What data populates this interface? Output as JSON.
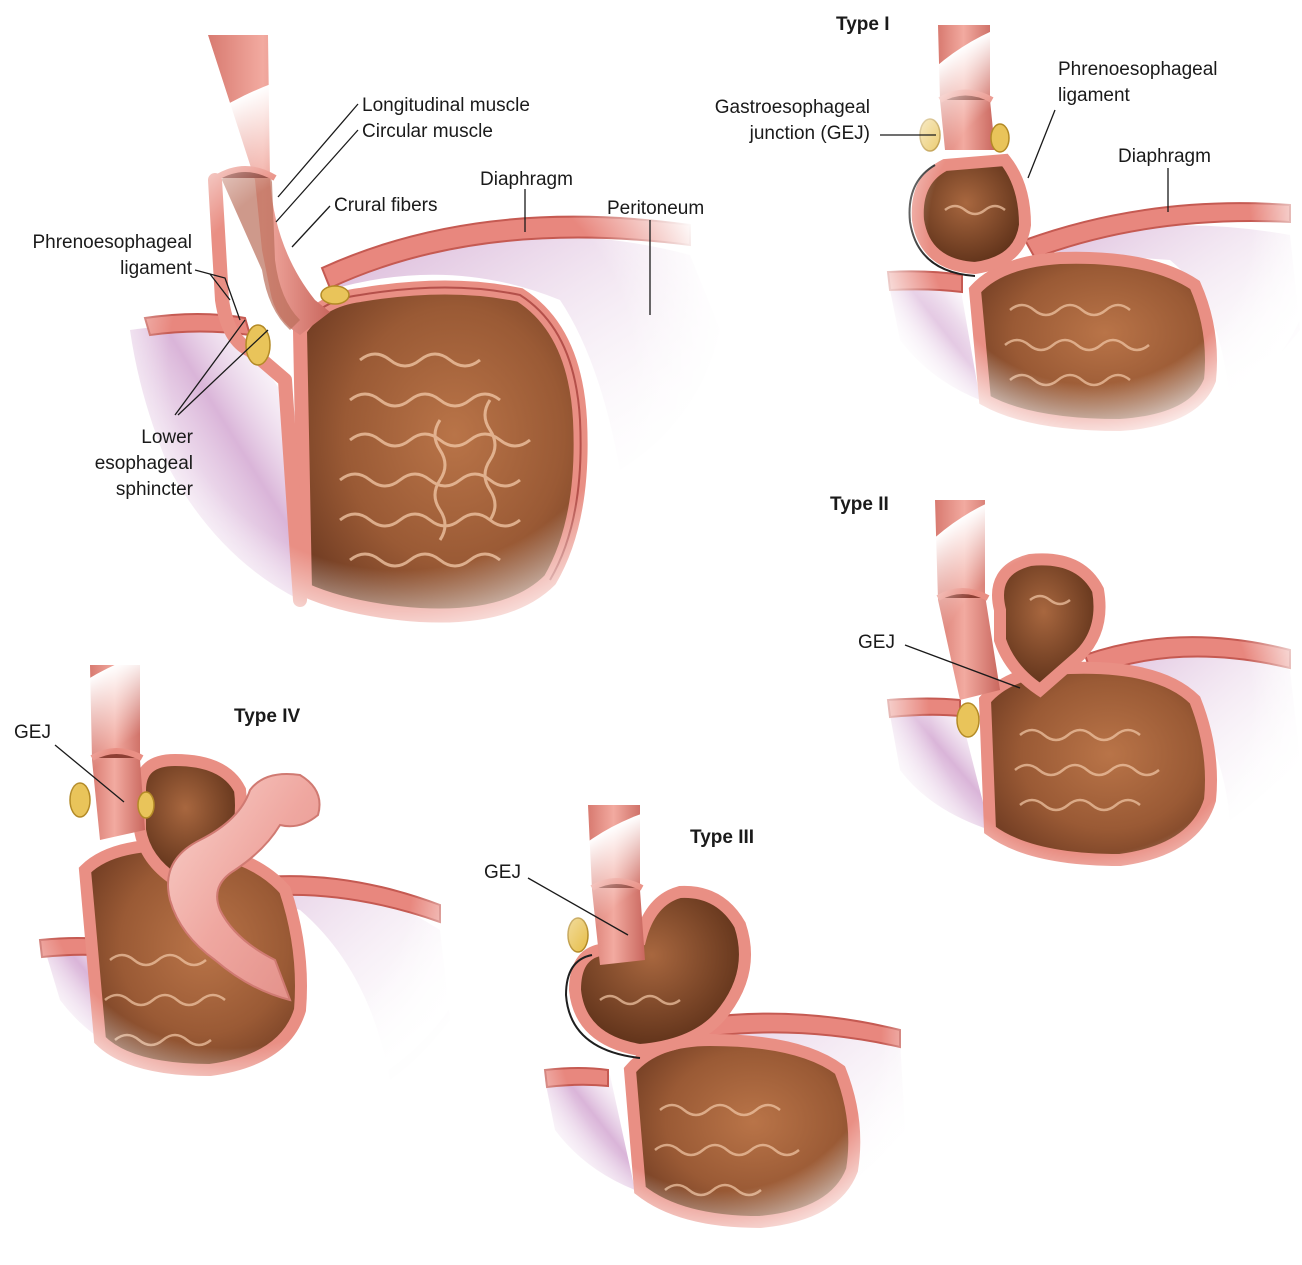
{
  "colors": {
    "diaphragm_fill": "#e8877e",
    "diaphragm_edge": "#c55a52",
    "peritoneum": "#b77ab8",
    "stomach_wall": "#e98f84",
    "stomach_wall_edge": "#b4504a",
    "stomach_inner": "#a9663f",
    "stomach_inner_dark": "#6b3a20",
    "rugae": "#f3c9a8",
    "esophagus": "#e48c80",
    "fat_pad": "#e9c45a",
    "serosa": "#1f1f1f"
  },
  "normal": {
    "labels": {
      "longitudinal_muscle": "Longitudinal muscle",
      "circular_muscle": "Circular muscle",
      "crural_fibers": "Crural fibers",
      "diaphragm": "Diaphragm",
      "peritoneum": "Peritoneum",
      "phrenoesophageal_1": "Phrenoesophageal",
      "phrenoesophageal_2": "ligament",
      "les_1": "Lower",
      "les_2": "esophageal",
      "les_3": "sphincter"
    }
  },
  "type1": {
    "title": "Type I",
    "labels": {
      "gej_1": "Gastroesophageal",
      "gej_2": "junction (GEJ)",
      "phreno_1": "Phrenoesophageal",
      "phreno_2": "ligament",
      "diaphragm": "Diaphragm"
    }
  },
  "type2": {
    "title": "Type II",
    "gej": "GEJ"
  },
  "type3": {
    "title": "Type III",
    "gej": "GEJ"
  },
  "type4": {
    "title": "Type IV",
    "gej": "GEJ"
  }
}
